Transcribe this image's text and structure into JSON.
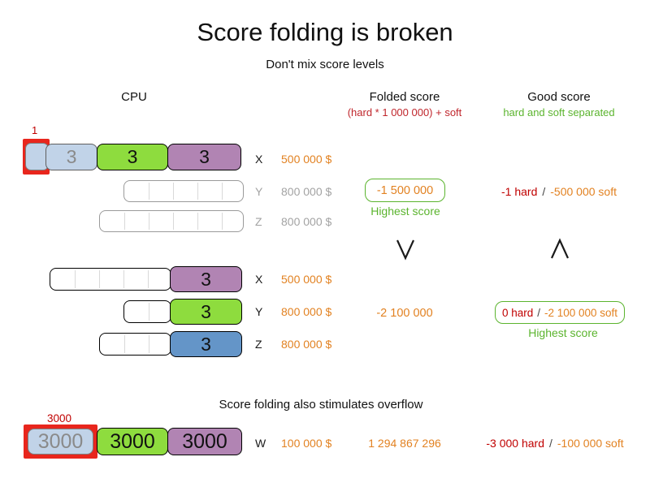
{
  "title": "Score folding is broken",
  "subtitle": "Don't mix score levels",
  "columns": {
    "cpu_label": "CPU",
    "folded_label": "Folded score",
    "folded_formula": "(hard * 1 000 000) + soft",
    "good_label": "Good score",
    "good_formula": "hard and soft separated"
  },
  "section1": {
    "overflow_label": "1",
    "task_blue": "3",
    "task_green": "3",
    "task_purple": "3",
    "rows": [
      {
        "name": "X",
        "cost": "500 000 $"
      },
      {
        "name": "Y",
        "cost": "800 000 $"
      },
      {
        "name": "Z",
        "cost": "800 000 $"
      }
    ],
    "folded_value": "-1 500 000",
    "folded_note": "Highest score",
    "good_hard": "-1 hard",
    "good_sep": "/",
    "good_soft": "-500 000 soft"
  },
  "section2": {
    "task_purple": "3",
    "task_green": "3",
    "task_blue": "3",
    "rows": [
      {
        "name": "X",
        "cost": "500 000 $"
      },
      {
        "name": "Y",
        "cost": "800 000 $"
      },
      {
        "name": "Z",
        "cost": "800 000 $"
      }
    ],
    "folded_value": "-2 100 000",
    "good_hard": "0 hard",
    "good_sep": "/",
    "good_soft": "-2 100 000 soft",
    "good_note": "Highest score"
  },
  "section3": {
    "heading": "Score folding also stimulates overflow",
    "overflow_label": "3000",
    "task_blue": "3000",
    "task_green": "3000",
    "task_purple": "3000",
    "row": {
      "name": "W",
      "cost": "100 000 $"
    },
    "folded_value": "1 294 867 296",
    "good_hard": "-3 000 hard",
    "good_sep": "/",
    "good_soft": "-100 000 soft"
  },
  "colors": {
    "orange": "#e28222",
    "hard_red": "#c00000",
    "green": "#5bb42e",
    "highlight_red": "#e8261d",
    "task_blue": "#c1d3e8",
    "task_green": "#8edc3e",
    "task_purple": "#b184b3",
    "task_dark_blue": "#6495c8"
  }
}
